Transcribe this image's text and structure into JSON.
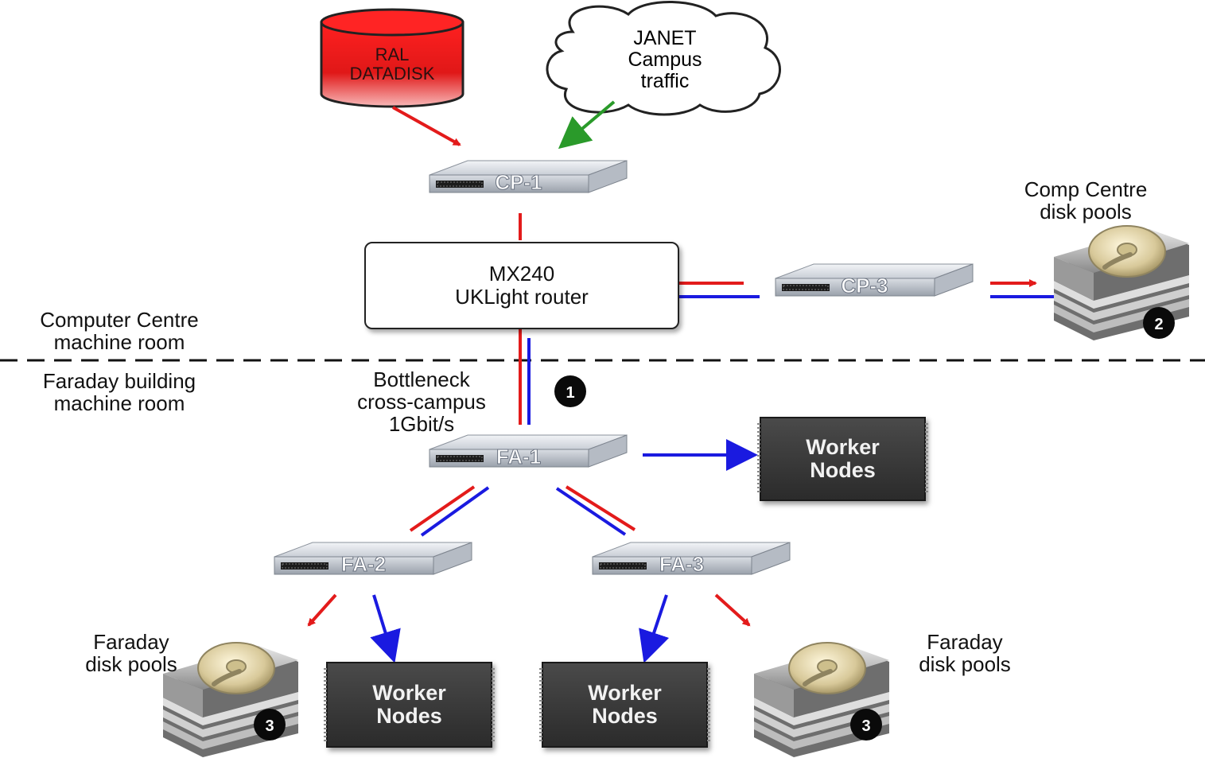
{
  "storage": {
    "ral_line1": "RAL",
    "ral_line2": "DATADISK"
  },
  "cloud": {
    "line1": "JANET",
    "line2": "Campus",
    "line3": "traffic"
  },
  "switches": {
    "cp1": "CP-1",
    "cp3": "CP-3",
    "fa1": "FA-1",
    "fa2": "FA-2",
    "fa3": "FA-3"
  },
  "router": {
    "line1": "MX240",
    "line2": "UKLight router"
  },
  "labels": {
    "comp_centre_pools_line1": "Comp Centre",
    "comp_centre_pools_line2": "disk pools",
    "computer_centre_line1": "Computer Centre",
    "computer_centre_line2": "machine room",
    "faraday_room_line1": "Faraday building",
    "faraday_room_line2": "machine room",
    "bottleneck_line1": "Bottleneck",
    "bottleneck_line2": "cross-campus",
    "bottleneck_line3": "1Gbit/s",
    "faraday_pools_left_line1": "Faraday",
    "faraday_pools_left_line2": "disk pools",
    "faraday_pools_right_line1": "Faraday",
    "faraday_pools_right_line2": "disk pools"
  },
  "workers": {
    "top_line1": "Worker",
    "top_line2": "Nodes",
    "left_line1": "Worker",
    "left_line2": "Nodes",
    "right_line1": "Worker",
    "right_line2": "Nodes"
  },
  "badges": {
    "bottleneck": "1",
    "comp_centre_disk": "2",
    "faraday_disk_left": "3",
    "faraday_disk_right": "3"
  },
  "colors": {
    "red_link": "#e31b1b",
    "blue_link": "#1a1ae0",
    "green_link": "#2a9a2a",
    "ral_cylinder": "#e21a1a"
  }
}
